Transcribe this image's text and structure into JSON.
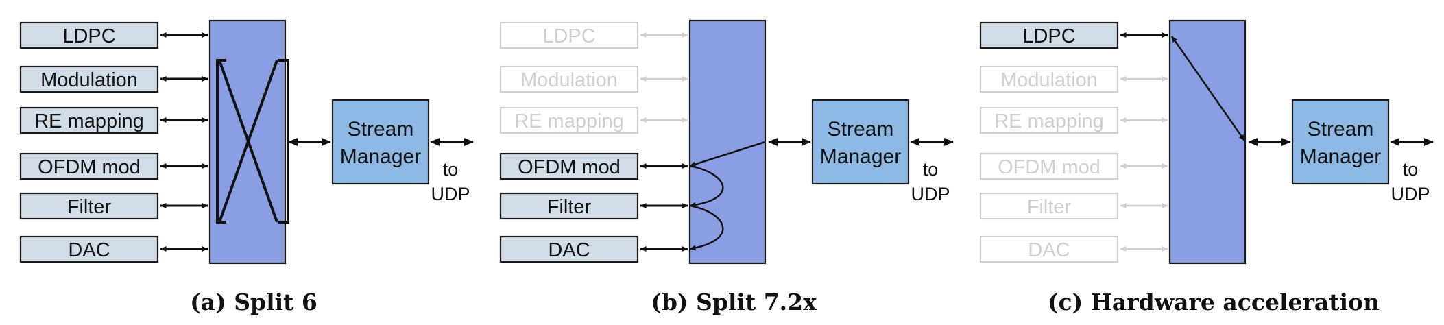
{
  "colors": {
    "block_fill": "#d3dde8",
    "block_stroke": "#1a1a1a",
    "switch_fill": "#8a9fe3",
    "stream_fill": "#8db9e4",
    "dim": "#d0d0d0",
    "ink": "#111111"
  },
  "panels": [
    {
      "caption": "(a) Split 6",
      "blocks": [
        {
          "label": "LDPC",
          "active": true
        },
        {
          "label": "Modulation",
          "active": true
        },
        {
          "label": "RE mapping",
          "active": true
        },
        {
          "label": "OFDM mod",
          "active": true
        },
        {
          "label": "Filter",
          "active": true
        },
        {
          "label": "DAC",
          "active": true
        }
      ],
      "stream_manager": [
        "Stream",
        "Manager"
      ],
      "out_label": [
        "to",
        "UDP"
      ]
    },
    {
      "caption": "(b) Split 7.2x",
      "blocks": [
        {
          "label": "LDPC",
          "active": false
        },
        {
          "label": "Modulation",
          "active": false
        },
        {
          "label": "RE mapping",
          "active": false
        },
        {
          "label": "OFDM mod",
          "active": true
        },
        {
          "label": "Filter",
          "active": true
        },
        {
          "label": "DAC",
          "active": true
        }
      ],
      "stream_manager": [
        "Stream",
        "Manager"
      ],
      "out_label": [
        "to",
        "UDP"
      ]
    },
    {
      "caption": "(c) Hardware acceleration",
      "blocks": [
        {
          "label": "LDPC",
          "active": true
        },
        {
          "label": "Modulation",
          "active": false
        },
        {
          "label": "RE mapping",
          "active": false
        },
        {
          "label": "OFDM mod",
          "active": false
        },
        {
          "label": "Filter",
          "active": false
        },
        {
          "label": "DAC",
          "active": false
        }
      ],
      "stream_manager": [
        "Stream",
        "Manager"
      ],
      "out_label": [
        "to",
        "UDP"
      ]
    }
  ]
}
